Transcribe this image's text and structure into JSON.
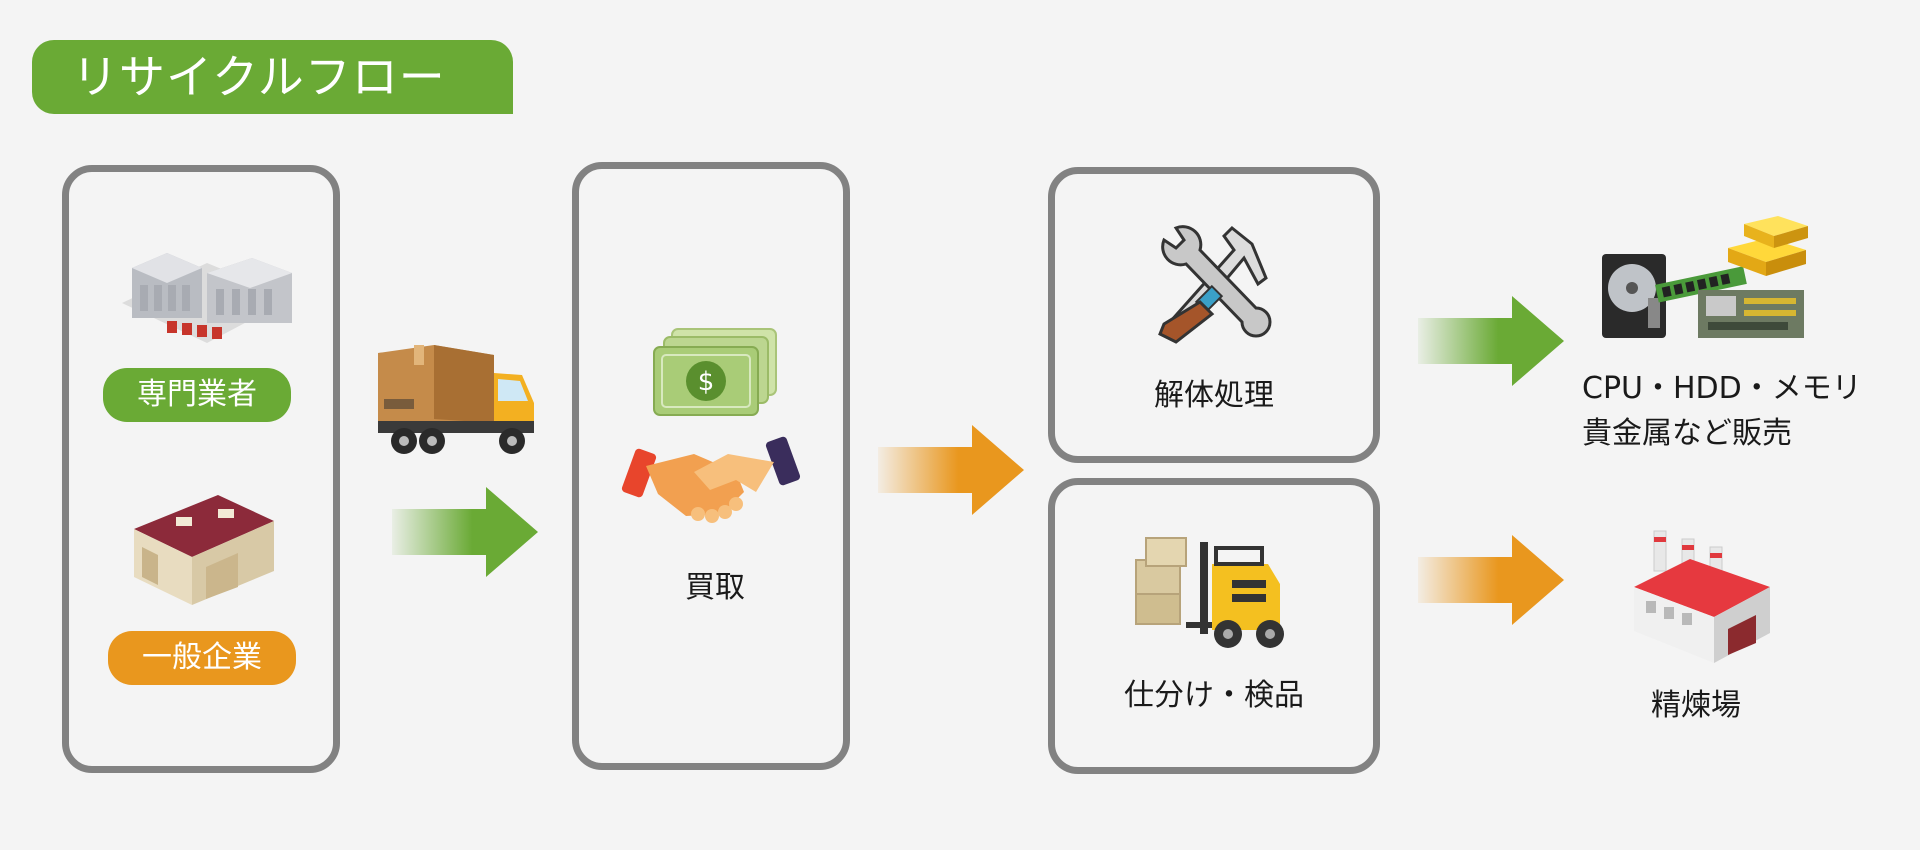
{
  "title": "リサイクルフロー",
  "sources": {
    "specialist": "専門業者",
    "company": "一般企業"
  },
  "purchase": {
    "label": "買取"
  },
  "processes": {
    "dismantle": "解体処理",
    "sorting": "仕分け・検品"
  },
  "outputs": {
    "sales_line1": "CPU・HDD・メモリ",
    "sales_line2": "貴金属など販売",
    "refinery": "精煉場"
  },
  "colors": {
    "accent_green": "#6aaa35",
    "accent_orange": "#e9971e",
    "panel_border": "#828282",
    "background": "#f4f4f4"
  },
  "icons": [
    "factory-icon",
    "warehouse-icon",
    "truck-icon",
    "money-icon",
    "handshake-icon",
    "tools-icon",
    "forklift-icon",
    "computer-parts-icon",
    "gold-bars-icon",
    "refinery-factory-icon",
    "arrow-right-icon"
  ]
}
